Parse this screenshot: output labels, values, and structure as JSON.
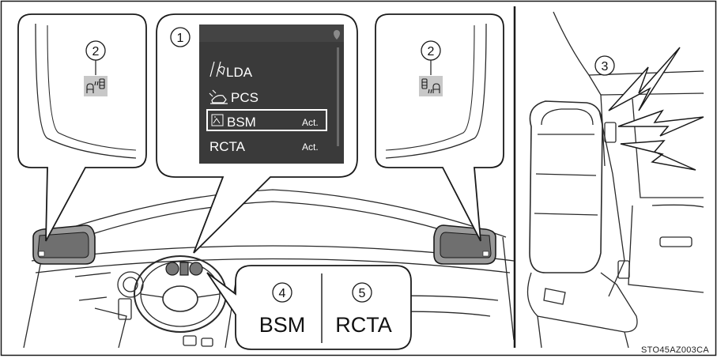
{
  "callouts": {
    "menu_number": "1",
    "left_mirror_number": "2",
    "right_mirror_number": "2",
    "alert_number": "3",
    "bsm_switch_number": "4",
    "rcta_switch_number": "5"
  },
  "menu": {
    "items": [
      {
        "icon": "lane-departure-icon",
        "label": "LDA",
        "status": ""
      },
      {
        "icon": "pre-collision-icon",
        "label": "PCS",
        "status": ""
      },
      {
        "icon": "blind-spot-icon",
        "label": "BSM",
        "status": "Act.",
        "selected": true
      },
      {
        "icon": "",
        "label": "RCTA",
        "status": "Act."
      }
    ]
  },
  "switch_panel": {
    "left_label": "BSM",
    "right_label": "RCTA"
  },
  "figure_code": "STO45AZ003CA",
  "colors": {
    "frame": "#1a1a1a",
    "menu_bg": "#3a3a3a",
    "indicator_bg": "#c8c8c8",
    "mirror_gray": "#9a9a9a"
  }
}
